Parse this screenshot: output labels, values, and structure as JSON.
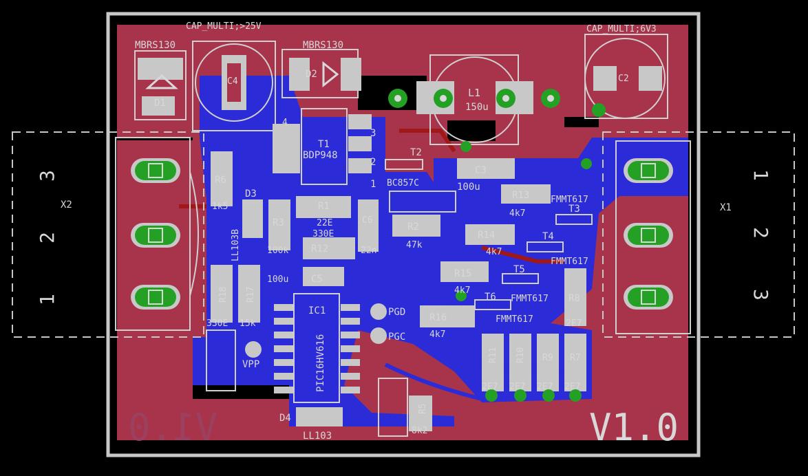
{
  "colors": {
    "background": "#000000",
    "board_outline": "#c8c8c8",
    "top_copper": "#a8344c",
    "bottom_copper": "#2b2bd8",
    "pad": "#c8c8c8",
    "through_hole": "#24a024"
  },
  "labels": {
    "cap_multi_25v": "CAP_MULTI;>25V",
    "cap_multi_6v3": "CAP_MULTI;6V3",
    "mbrs130_a": "MBRS130",
    "mbrs130_b": "MBRS130",
    "d1": "D1",
    "d2": "D2",
    "c4": "C4",
    "c2": "C2",
    "l1": "L1",
    "l1_val": "150u",
    "t1": "T1",
    "t1_val": "BDP948",
    "t2": "T2",
    "t2_val": "BC857C",
    "c3": "C3",
    "c3_val": "100u",
    "r13": "R13",
    "r13_val": "4k7",
    "t3": "T3",
    "t3_val": "FMMT617",
    "t4": "T4",
    "t4_val": "FMMT617",
    "r6": "R6",
    "r6_val": "1k5",
    "d3": "D3",
    "d3_val": "LL103B",
    "r3": "R3",
    "r3_val": "100k",
    "r1": "R1",
    "r1_val": "22E",
    "r12": "R12",
    "r12_val": "330E",
    "c6": "C6",
    "c6_val": "22n",
    "r2": "R2",
    "r2_val": "47k",
    "r14": "R14",
    "r14_val": "4k7",
    "c5": "C5",
    "c5_val": "100u",
    "r15": "R15",
    "r15_val": "4k7",
    "t5": "T5",
    "t5_val": "FMMT617",
    "t6": "T6",
    "t6_val": "FMMT617",
    "r8": "R8",
    "r8_val": "2E7",
    "r18": "R18",
    "r18_val": "330E",
    "r17": "R17",
    "r17_val": "15k",
    "ic1": "IC1",
    "ic1_val": "PIC16HV616",
    "pgd": "PGD",
    "pgc": "PGC",
    "vpp": "VPP",
    "r16": "R16",
    "r16_val": "4k7",
    "r11": "R11",
    "r10": "R10",
    "r9": "R9",
    "r7": "R7",
    "r11_val": "2E7",
    "r10_val": "2E7",
    "r9_val": "2E7",
    "r7_val": "2E7",
    "d4": "D4",
    "d4_val": "LL103",
    "r5": "R5",
    "r5_val": "8k2",
    "x1": "X1",
    "x2": "X2",
    "x1_pin1": "1",
    "x1_pin2": "2",
    "x1_pin3": "3",
    "x2_pin3": "3",
    "x2_pin2": "2",
    "x2_pin1": "1",
    "t1_pin4": "4",
    "t1_pin3": "3",
    "t1_pin2": "2",
    "t1_pin1": "1",
    "version_top": "V1.0",
    "version_bottom": "V1.0"
  }
}
